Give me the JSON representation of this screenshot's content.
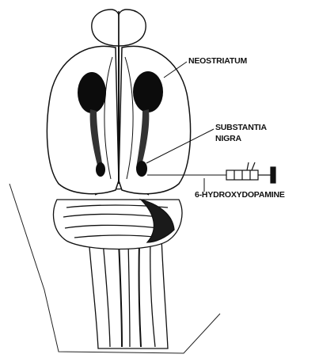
{
  "labels": {
    "neostriatum": "NEOSTRIATUM",
    "substantia_line1": "SUBSTANTIA",
    "substantia_line2": "NIGRA",
    "injection": "6-HYDROXYDOPAMINE"
  },
  "colors": {
    "ink": "#111111",
    "paper": "#ffffff"
  }
}
